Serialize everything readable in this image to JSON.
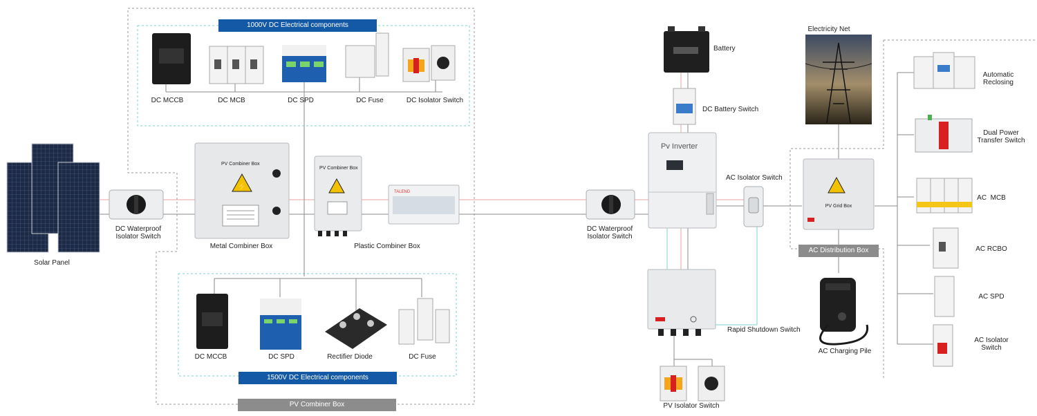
{
  "banners": {
    "dc1000": "1000V DC Electrical components",
    "dc1500": "1500V DC Electrical components",
    "pv_combiner_box": "PV Combiner Box",
    "ac_distribution_box": "AC Distribution Box"
  },
  "dc1000_components": [
    "DC  MCCB",
    "DC  MCB",
    "DC  SPD",
    "DC  Fuse",
    "DC Isolator Switch"
  ],
  "dc1500_components": [
    "DC MCCB",
    "DC SPD",
    "Rectifier Diode",
    "DC  Fuse"
  ],
  "labels": {
    "solar_panel": "Solar Panel",
    "dc_waterproof_1": "DC Waterproof\nIsolator Switch",
    "metal_combiner_box": "Metal Combiner Box",
    "metal_box_title": "PV Combiner Box",
    "plastic_box_title": "PV Combiner Box",
    "plastic_combiner_box": "Plastic Combiner Box",
    "dc_waterproof_2": "DC Waterproof\nIsolator Switch",
    "battery": "Battery",
    "dc_battery_switch": "DC Battery Switch",
    "pv_inverter": "Pv Inverter",
    "ac_isolator_switch": "AC Isolator Switch",
    "rapid_shutdown_switch": "Rapid Shutdown Switch",
    "pv_isolator_switch": "PV Isolator Switch",
    "electricity_net": "Electricity Net",
    "pv_grid_box": "PV Grid Box",
    "ac_charging_pile": "AC Charging Pile",
    "talend_brand": "TALEND"
  },
  "ac_components": [
    "Automatic\nReclosing",
    "Dual Power\nTransfer Switch",
    "AC  MCB",
    "AC RCBO",
    "AC SPD",
    "AC Isolator\nSwitch"
  ],
  "colors": {
    "banner_blue": "#1459a6",
    "banner_grey": "#8c8c8c",
    "wire_red": "#e8a0a0",
    "wire_grey": "#8a8a8a",
    "wire_cyan": "#7fd3d3",
    "hazard_yellow": "#f2c200",
    "spd_blue": "#1f5fb0",
    "isolator_orange": "#f5a51c"
  }
}
